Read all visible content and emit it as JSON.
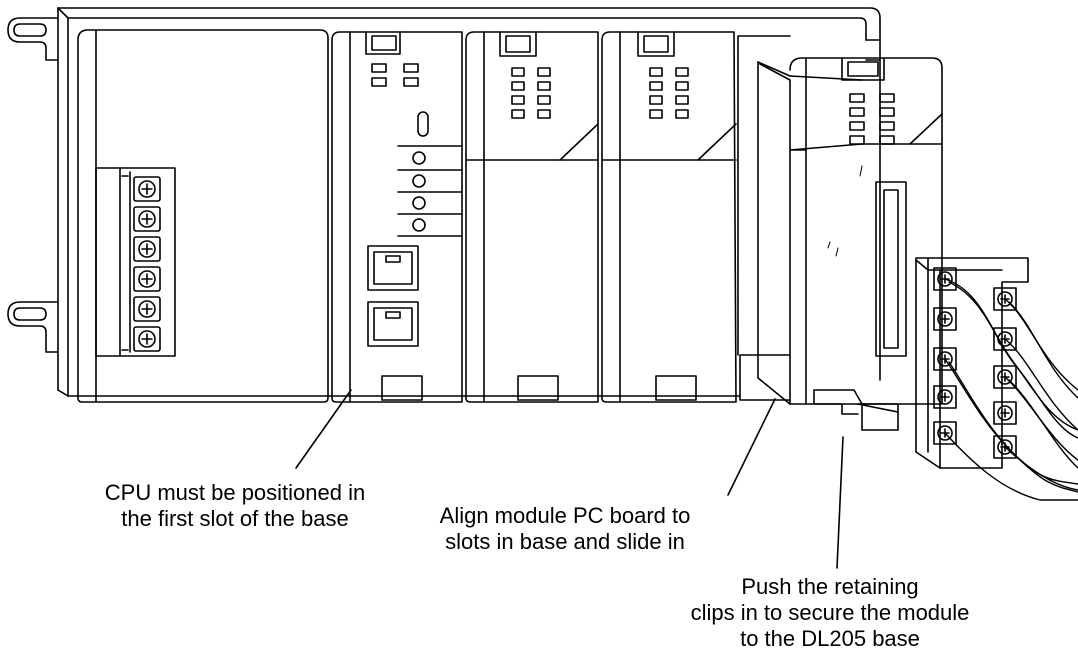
{
  "callouts": {
    "cpu": [
      "CPU must  be positioned in",
      "the first slot of the base"
    ],
    "align": [
      "Align module PC board to",
      "slots in base and slide in"
    ],
    "push": [
      "Push the retaining",
      "clips in to secure the module",
      "to the DL205 base"
    ]
  },
  "colors": {
    "line": "#000000",
    "background": "#ffffff"
  },
  "icons": [
    "screw-terminal-icon",
    "rj-connector-icon",
    "led-indicator-icon"
  ]
}
